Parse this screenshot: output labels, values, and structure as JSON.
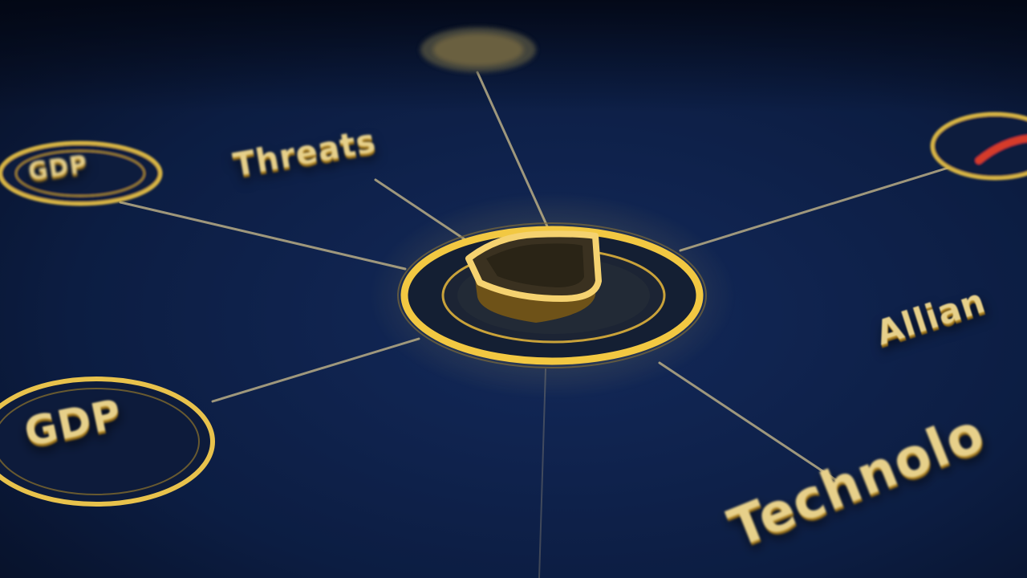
{
  "labels": {
    "threats": "Threats",
    "gdp_top": "GDP",
    "gdp_bottom": "GDP",
    "alliances": "Allian",
    "technology": "Technolo"
  },
  "icons": {
    "center": "shield-icon"
  },
  "colors": {
    "background": "#0b1a38",
    "gold": "#e7c24a",
    "line": "#b9ad86",
    "accent_red": "#d63a2a"
  }
}
